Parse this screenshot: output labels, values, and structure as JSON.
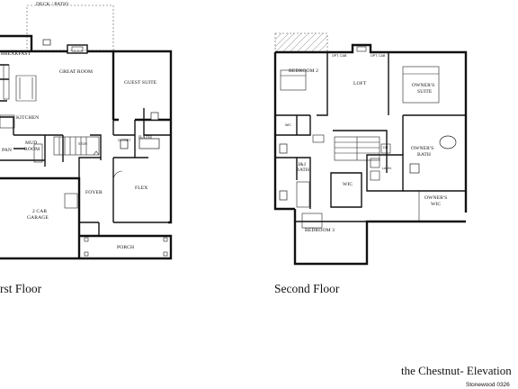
{
  "first_floor": {
    "label": "rst Floor",
    "rooms": {
      "deck_patio": "DECK / PATIO",
      "breakfast": "BREAKFAST",
      "great_room": "GREAT ROOM",
      "guest_suite": "GUEST SUITE",
      "kitchen": "KITCHEN",
      "bath": "BATH",
      "closet": "CLOSET",
      "mud_room_1": "MUD",
      "mud_room_2": "ROOM",
      "pan": "PAN",
      "stor": "STOR",
      "foyer": "FOYER",
      "flex": "FLEX",
      "garage_1": "2 CAR",
      "garage_2": "GARAGE",
      "porch": "PORCH"
    }
  },
  "second_floor": {
    "label": "Second Floor",
    "rooms": {
      "bedroom_2": "BEDROOM 2",
      "opt_cab_1": "OPT. CAB",
      "opt_cab_2": "OPT. CAB",
      "loft": "LOFT",
      "owners_suite_1": "OWNER'S",
      "owners_suite_2": "SUITE",
      "wic_1": "WIC",
      "jj_bath_1": "J&J",
      "jj_bath_2": "BATH",
      "wic_2": "WIC",
      "laun": "LAUN.",
      "owners_bath_1": "OWNER'S",
      "owners_bath_2": "BATH",
      "owners_wic_1": "OWNER'S",
      "owners_wic_2": "WIC",
      "bedroom_3": "BEDROOM 3",
      "dn": "DN"
    }
  },
  "footer": {
    "title": "the Chestnut- Elevation",
    "subtitle": "Stonewood 0326"
  }
}
